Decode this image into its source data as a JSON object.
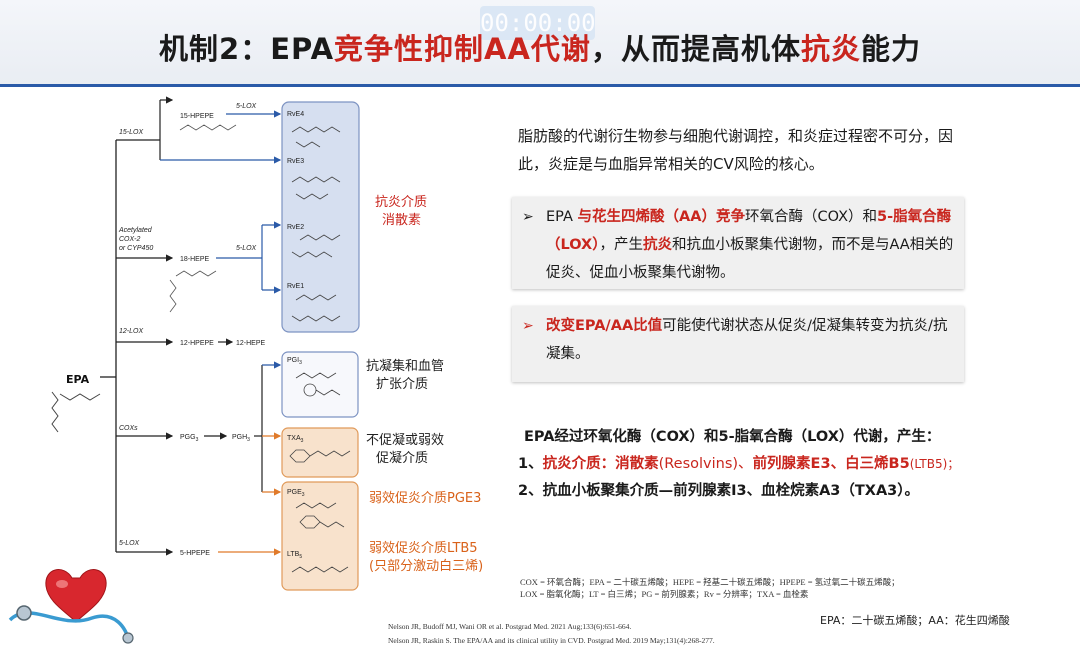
{
  "timer": "00:00:00",
  "title": {
    "p1": "机制2：EPA",
    "p2": "竞争性抑制AA代谢",
    "p3": "，从而提高机体",
    "p4": "抗炎",
    "p5": "能力"
  },
  "diagram": {
    "epa": "EPA",
    "enzymes": {
      "lox15": "15-LOX",
      "acetylated": "Acetylated",
      "cox2": "COX-2",
      "cyp": "or CYP450",
      "lox12": "12-LOX",
      "coxs": "COXs",
      "lox5": "5-LOX",
      "lox5a": "5-LOX",
      "lox5b": "5-LOX"
    },
    "intermediates": {
      "hpepe15": "15-HPEPE",
      "hepe18": "18-HEPE",
      "hpepe12": "12-HPEPE",
      "hepe12": "12-HEPE",
      "pgg3": "PGG",
      "pgh3": "PGH",
      "hpepe5": "5-HPEPE",
      "sub3": "3"
    },
    "products": {
      "rve4": "RvE4",
      "rve3": "RvE3",
      "rve2": "RvE2",
      "rve1": "RvE1",
      "pgi3": "PGI",
      "txa3": "TXA",
      "pge3": "PGE",
      "ltb5": "LTB",
      "sub3": "3",
      "sub5": "5"
    },
    "labels": {
      "resolvins_1": "抗炎介质",
      "resolvins_2": "消散素",
      "pgi_1": "抗凝集和血管",
      "pgi_2": "扩张介质",
      "txa_1": "不促凝或弱效",
      "txa_2": "促凝介质",
      "pge": "弱效促炎介质PGE3",
      "ltb_1": "弱效促炎介质LTB5",
      "ltb_2": "(只部分激动白三烯)"
    }
  },
  "intro_text": "脂肪酸的代谢衍生物参与细胞代谢调控，和炎症过程密不可分，因此，炎症是与血脂异常相关的CV风险的核心。",
  "box1": {
    "bullet": "➢",
    "t1": "EPA ",
    "r1": "与花生四烯酸（AA）竞争",
    "t2": "环氧合酶（COX）和",
    "r2": "5-脂氧合酶（LOX）",
    "t3": "，产生",
    "r3": "抗炎",
    "t4": "和抗血小板聚集代谢物，而不是与AA相关的促炎、促血小板聚集代谢物。"
  },
  "box2": {
    "bullet": "➢",
    "r1": "改变EPA/AA比值",
    "t1": "可能使代谢状态从促炎/促凝集转变为抗炎/抗凝集。"
  },
  "conclusion": {
    "line1": "EPA经过环氧化酶（COX）和5-脂氧合酶（LOX）代谢，产生：",
    "l2_num": "1、",
    "l2_r1": "抗炎介质：消散素",
    "l2_t1": "(Resolvins)、",
    "l2_r2": "前列腺素E3",
    "l2_t2": "、",
    "l2_r3": "白三烯B5",
    "l2_t3": "(LTB5)；",
    "line3": "2、抗血小板聚集介质—前列腺素I3、血栓烷素A3（TXA3）。"
  },
  "abbreviations": {
    "line1": "COX = 环氧合酶；EPA = 二十碳五烯酸；HEPE = 羟基二十碳五烯酸；HPEPE = 氢过氧二十碳五烯酸；",
    "line2": "LOX = 脂氧化酶；LT = 白三烯；PG = 前列腺素；Rv = 分辨率；TXA = 血栓素"
  },
  "references": {
    "ref1": "Nelson JR, Budoff MJ, Wani OR et al. Postgrad Med. 2021 Aug;133(6):651-664.",
    "ref2": "Nelson JR, Raskin S. The EPA/AA and its clinical utility in CVD. Postgrad Med. 2019 May;131(4):268-277."
  },
  "glossary": "EPA：二十碳五烯酸；AA：花生四烯酸",
  "colors": {
    "title_red": "#c9261e",
    "accent_blue": "#2a5aa8",
    "resolvin_box": "#d6dff0",
    "orange_box": "#f8e2cc",
    "orange_text": "#d9621a"
  }
}
